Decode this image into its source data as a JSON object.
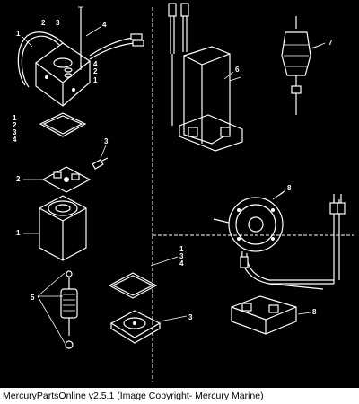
{
  "caption": "MercuryPartsOnline v2.5.1 (Image Copyright- Mercury Marine)",
  "callouts": {
    "c1_top": "1",
    "c2_top": "2",
    "c3_top": "3",
    "c4_top": "4",
    "c4_top_b": "4",
    "c2_top_b": "2",
    "c1_top_b": "1",
    "c6": "6",
    "c7": "7",
    "stack_left": [
      "1",
      "2",
      "3",
      "4"
    ],
    "c3_mid": "3",
    "c2_mid": "2",
    "c1_mid": "1",
    "c8_top": "8",
    "stack_right": [
      "1",
      "3",
      "4"
    ],
    "c5": "5",
    "c3_bottom": "3",
    "c8_bottom": "8"
  },
  "colors": {
    "background": "#000000",
    "linework": "#ffffff",
    "caption_bg": "#ffffff",
    "caption_text": "#000000"
  }
}
